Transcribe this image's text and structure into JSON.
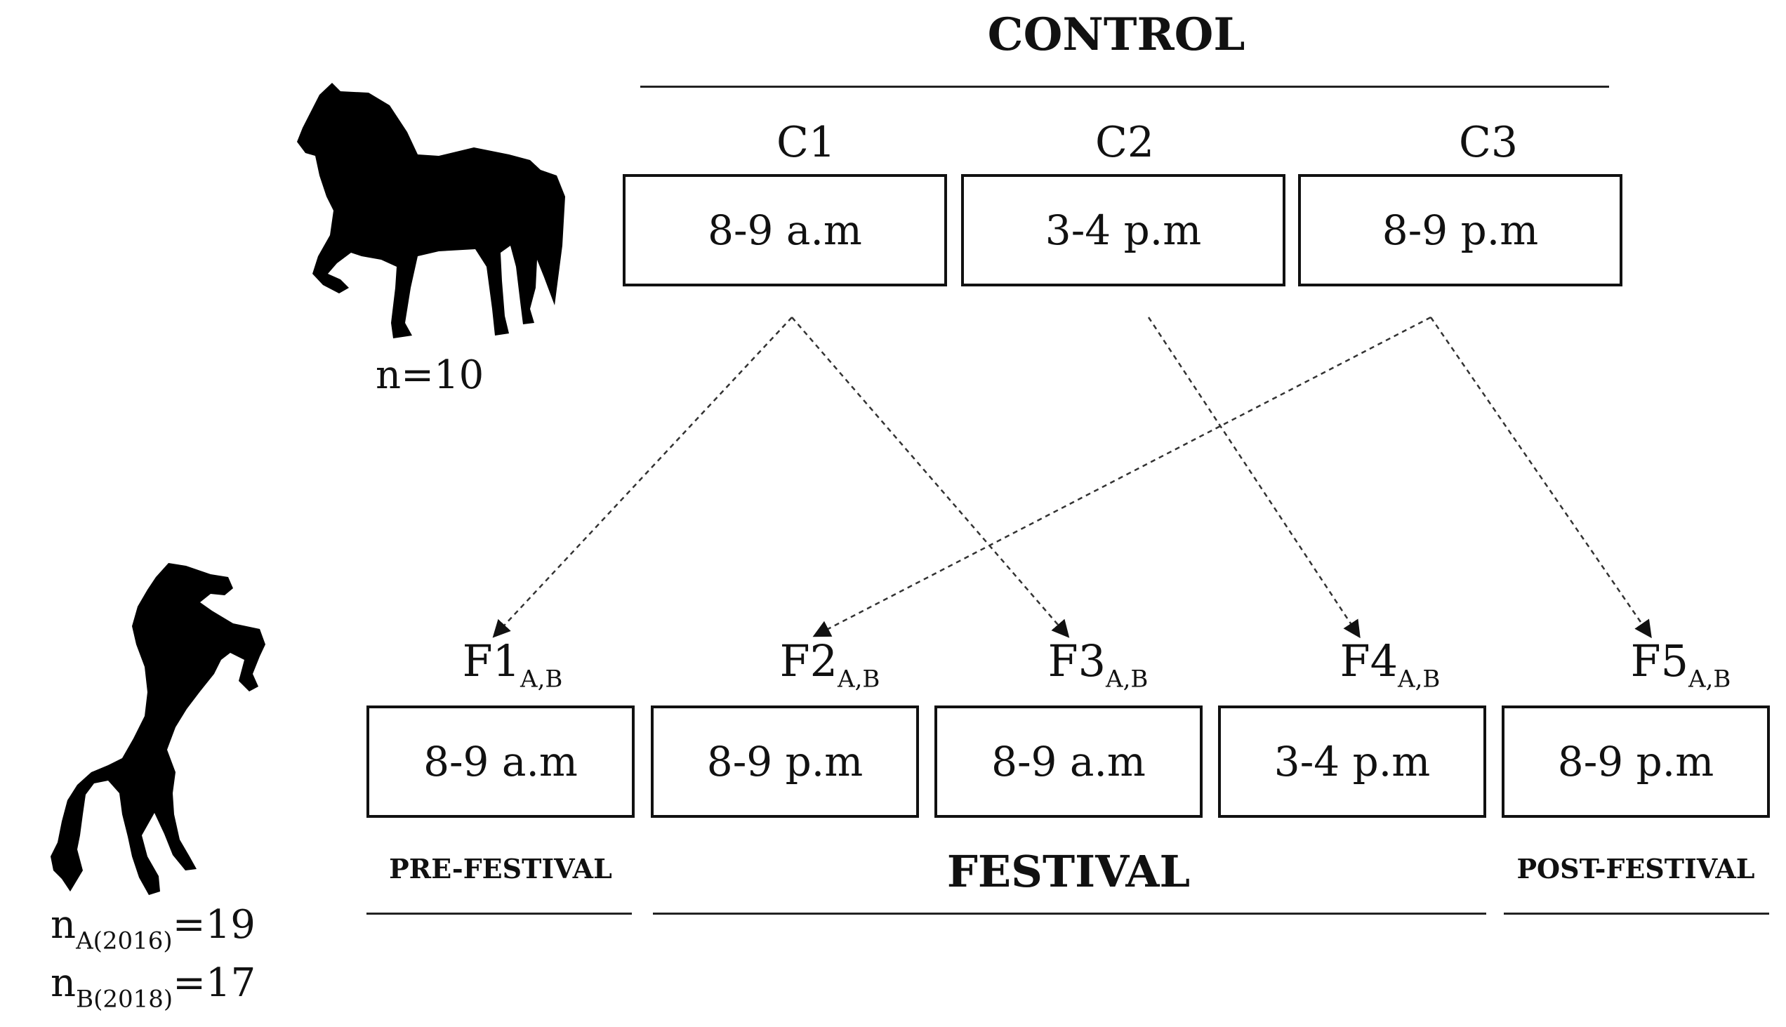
{
  "control": {
    "title": "CONTROL",
    "sample": "n=10",
    "sessions": [
      {
        "label": "C1",
        "time": "8-9 a.m"
      },
      {
        "label": "C2",
        "time": "3-4 p.m"
      },
      {
        "label": "C3",
        "time": "8-9 p.m"
      }
    ]
  },
  "festival": {
    "sessions": [
      {
        "label": "F1",
        "sub": "A,B",
        "time": "8-9 a.m"
      },
      {
        "label": "F2",
        "sub": "A,B",
        "time": "8-9 p.m"
      },
      {
        "label": "F3",
        "sub": "A,B",
        "time": "8-9 a.m"
      },
      {
        "label": "F4",
        "sub": "A,B",
        "time": "3-4 p.m"
      },
      {
        "label": "F5",
        "sub": "A,B",
        "time": "8-9 p.m"
      }
    ],
    "phases": {
      "pre": "PRE-FESTIVAL",
      "festival": "FESTIVAL",
      "post": "POST-FESTIVAL"
    },
    "samples": [
      {
        "n": "n",
        "sub": "A(2016)",
        "value": "=19"
      },
      {
        "n": "n",
        "sub": "B(2018)",
        "value": "=17"
      }
    ]
  },
  "links": [
    {
      "from": "C1",
      "to": "F1"
    },
    {
      "from": "C1",
      "to": "F3"
    },
    {
      "from": "C2",
      "to": "F4"
    },
    {
      "from": "C3",
      "to": "F2"
    },
    {
      "from": "C3",
      "to": "F5"
    }
  ],
  "icons": [
    "walking-horse-silhouette",
    "rearing-horse-silhouette"
  ],
  "colors": {
    "ink": "#111111",
    "background": "#ffffff"
  }
}
